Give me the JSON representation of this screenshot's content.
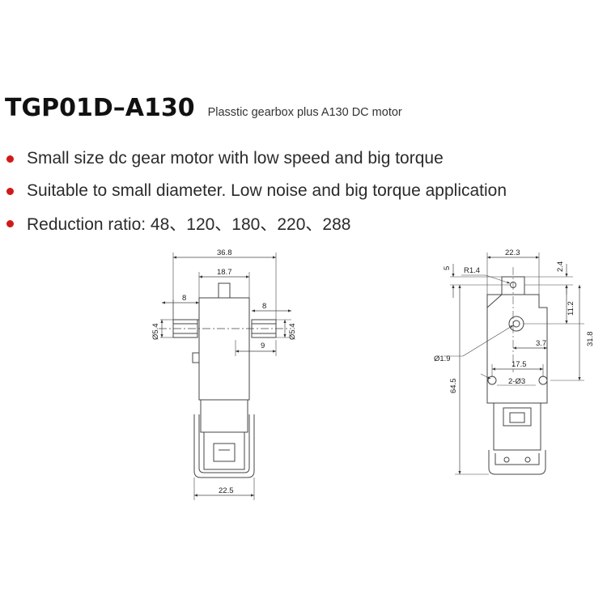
{
  "header": {
    "model": "TGP01D–A130",
    "subtitle": "Plasstic gearbox plus A130 DC motor"
  },
  "features": [
    "Small size dc gear motor with low speed and big torque",
    "Suitable to small diameter. Low noise and big torque application",
    "Reduction ratio: 48、120、180、220、288"
  ],
  "colors": {
    "bullet": "#d11919",
    "line": "#444444"
  },
  "front_view": {
    "total_width": "36.8",
    "shaft_span": "18.7",
    "left_shaft_len": "8",
    "right_shaft_len": "8",
    "shaft_diameter_left": "Ø5.4",
    "shaft_diameter_right": "Ø5.4",
    "right_offset": "9",
    "base_width": "22.5"
  },
  "side_view": {
    "width": "22.3",
    "top_small": "5",
    "top_right_small": "2.4",
    "radius": "R1.4",
    "height_upper": "11.2",
    "height_lower": "31.8",
    "total_height": "64.5",
    "shaft_diameter": "Ø1.9",
    "hole_offset": "3.7",
    "hole_spacing": "17.5",
    "holes": "2-Ø3"
  }
}
